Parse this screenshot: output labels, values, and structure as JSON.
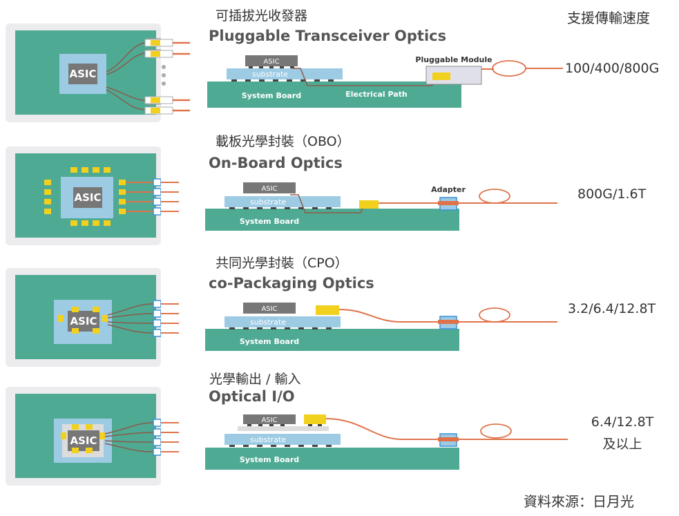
{
  "header": {
    "speed_title": "支援傳輸速度"
  },
  "rows": [
    {
      "title_zh": "可插拔光收發器",
      "title_en": "Pluggable Transceiver Optics",
      "speed": "100/400/800G",
      "asic": "ASIC",
      "substrate": "substrate",
      "board": "System Board",
      "module_label": "Pluggable Module",
      "path_label": "Electrical Path"
    },
    {
      "title_zh": "載板光學封裝（OBO）",
      "title_en": "On-Board Optics",
      "speed": "800G/1.6T",
      "asic": "ASIC",
      "substrate": "substrate",
      "board": "System Board",
      "adapter_label": "Adapter"
    },
    {
      "title_zh": "共同光學封裝（CPO）",
      "title_en": "co-Packaging Optics",
      "speed": "3.2/6.4/12.8T",
      "asic": "ASIC",
      "substrate": "substrate",
      "board": "System Board"
    },
    {
      "title_zh": "光學輸出 / 輸入",
      "title_en": "Optical I/O",
      "speed_line1": "6.4/12.8T",
      "speed_line2": "及以上",
      "asic": "ASIC",
      "substrate": "substrate",
      "board": "System Board"
    }
  ],
  "source": "資料來源：日月光",
  "colors": {
    "board": "#4faa94",
    "substrate": "#9dcbe4",
    "chip": "#777777",
    "fiber": "#e0724a",
    "optic": "#f2d11e",
    "panel": "#ececee"
  }
}
